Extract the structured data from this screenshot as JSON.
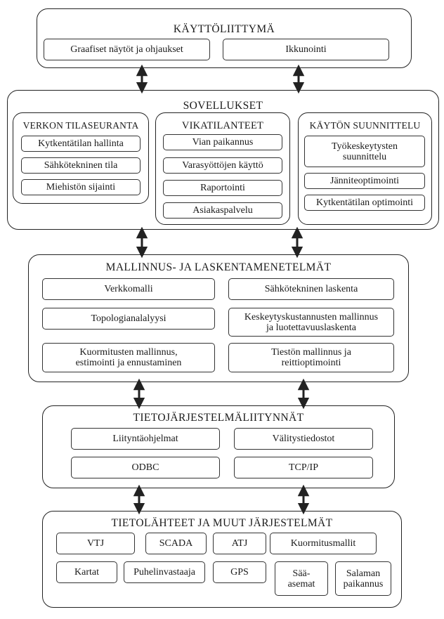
{
  "layers": {
    "ui": {
      "title": "KÄYTTÖLIITTYMÄ",
      "items": [
        "Graafiset näytöt ja ohjaukset",
        "Ikkunointi"
      ]
    },
    "apps": {
      "title": "SOVELLUKSET",
      "groups": [
        {
          "title": "VERKON TILASEURANTA",
          "items": [
            "Kytkentätilan hallinta",
            "Sähkötekninen tila",
            "Miehistön sijainti"
          ]
        },
        {
          "title": "VIKATILANTEET",
          "items": [
            "Vian paikannus",
            "Varasyöttöjen käyttö",
            "Raportointi",
            "Asiakaspalvelu"
          ]
        },
        {
          "title": "KÄYTÖN SUUNNITTELU",
          "items": [
            "Työkeskeytysten\nsuunnittelu",
            "Jänniteoptimointi",
            "Kytkentätilan optimointi"
          ]
        }
      ]
    },
    "modeling": {
      "title": "MALLINNUS- JA LASKENTAMENETELMÄT",
      "items": [
        "Verkkomalli",
        "Sähkötekninen laskenta",
        "Topologianalalyysi",
        "Keskeytyskustannusten mallinnus\nja luotettavuuslaskenta",
        "Kuormitusten mallinnus,\nestimointi ja ennustaminen",
        "Tiestön mallinnus ja\nreittioptimointi"
      ]
    },
    "interfaces": {
      "title": "TIETOJÄRJESTELMÄLIITYNNÄT",
      "items": [
        "Liityntäohjelmat",
        "Välitystiedostot",
        "ODBC",
        "TCP/IP"
      ]
    },
    "sources": {
      "title": "TIETOLÄHTEET JA MUUT JÄRJESTELMÄT",
      "items": [
        "VTJ",
        "SCADA",
        "ATJ",
        "Kuormitusmallit",
        "Kartat",
        "Puhelinvastaaja",
        "GPS",
        "Sää-\nasemat",
        "Salaman\npaikannus"
      ]
    }
  }
}
